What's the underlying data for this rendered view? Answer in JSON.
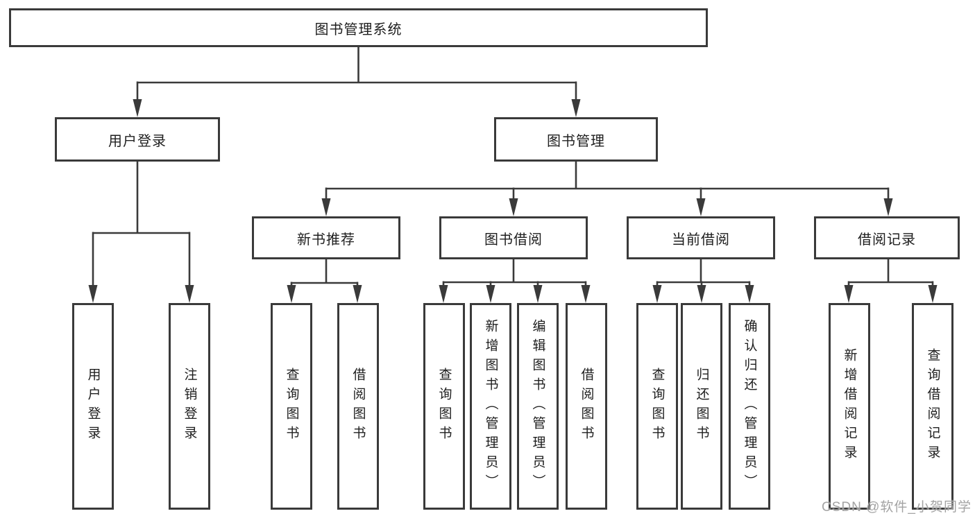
{
  "diagram": {
    "root": "图书管理系统",
    "branches": [
      {
        "label": "用户登录",
        "children": [
          "用户登录",
          "注销登录"
        ]
      },
      {
        "label": "图书管理",
        "sections": [
          {
            "label": "新书推荐",
            "children": [
              "查询图书",
              "借阅图书"
            ]
          },
          {
            "label": "图书借阅",
            "children": [
              "查询图书",
              "新增图书（管理员）",
              "编辑图书（管理员）",
              "借阅图书"
            ]
          },
          {
            "label": "当前借阅",
            "children": [
              "查询图书",
              "归还图书",
              "确认归还（管理员）"
            ]
          },
          {
            "label": "借阅记录",
            "children": [
              "新增借阅记录",
              "查询借阅记录"
            ]
          }
        ]
      }
    ]
  },
  "watermark": {
    "text": "CSDN @软件_小贺同学"
  },
  "colors": {
    "line": "#3a3a3a",
    "text": "#1e1e1e",
    "watermark": "#9e9e9e",
    "background": "#ffffff"
  }
}
